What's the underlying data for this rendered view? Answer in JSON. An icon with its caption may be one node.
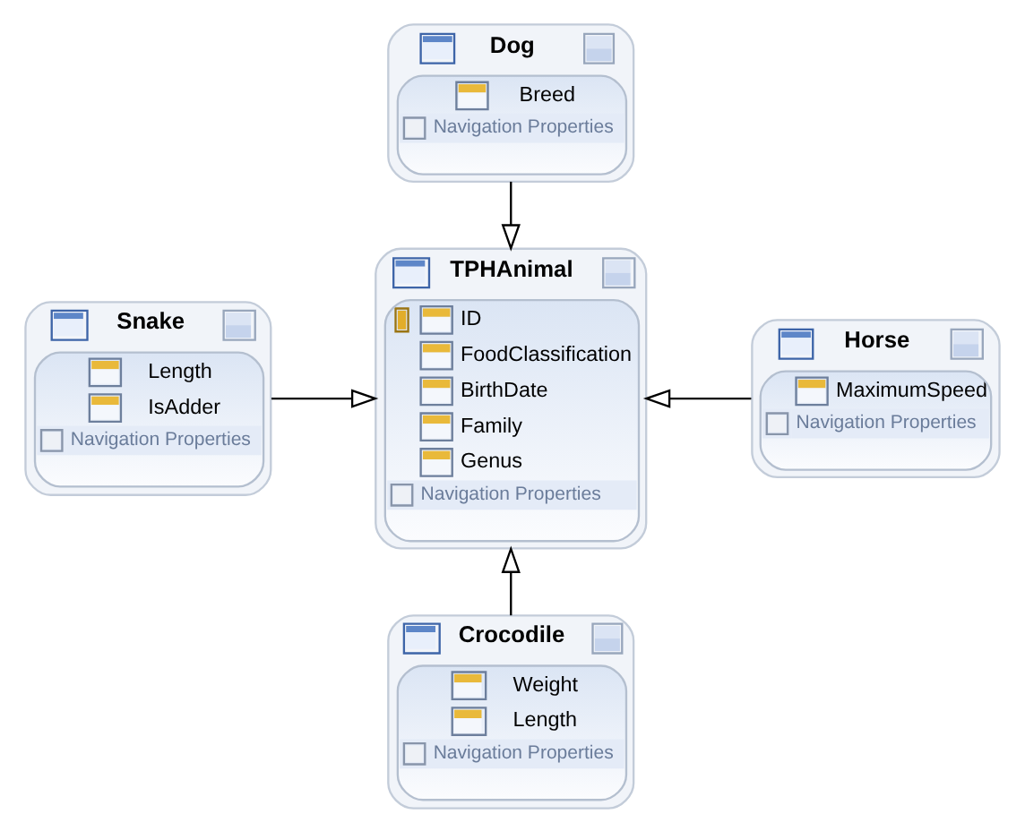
{
  "diagram": {
    "nodes": [
      {
        "text": [
          "Dog",
          "Breed",
          "Navigation Properties"
        ]
      },
      {
        "text": [
          "TPHAnimal",
          "ID",
          "FoodClassification",
          "BirthDate",
          "Family",
          "Genus",
          "Navigation Properties"
        ]
      },
      {
        "text": [
          "Snake",
          "Length",
          "IsAdder",
          "Navigation Properties"
        ]
      },
      {
        "text": [
          "Horse",
          "MaximumSpeed",
          "Navigation Properties"
        ]
      },
      {
        "text": [
          "Crocodile",
          "Weight",
          "Length",
          "Navigation Properties"
        ]
      }
    ],
    "edges": [
      {
        "from": 0,
        "to": 1,
        "arrow": "to"
      },
      {
        "from": 2,
        "to": 1,
        "arrow": "to"
      },
      {
        "from": 3,
        "to": 1,
        "arrow": "to"
      },
      {
        "from": 4,
        "to": 1,
        "arrow": "to"
      }
    ]
  }
}
